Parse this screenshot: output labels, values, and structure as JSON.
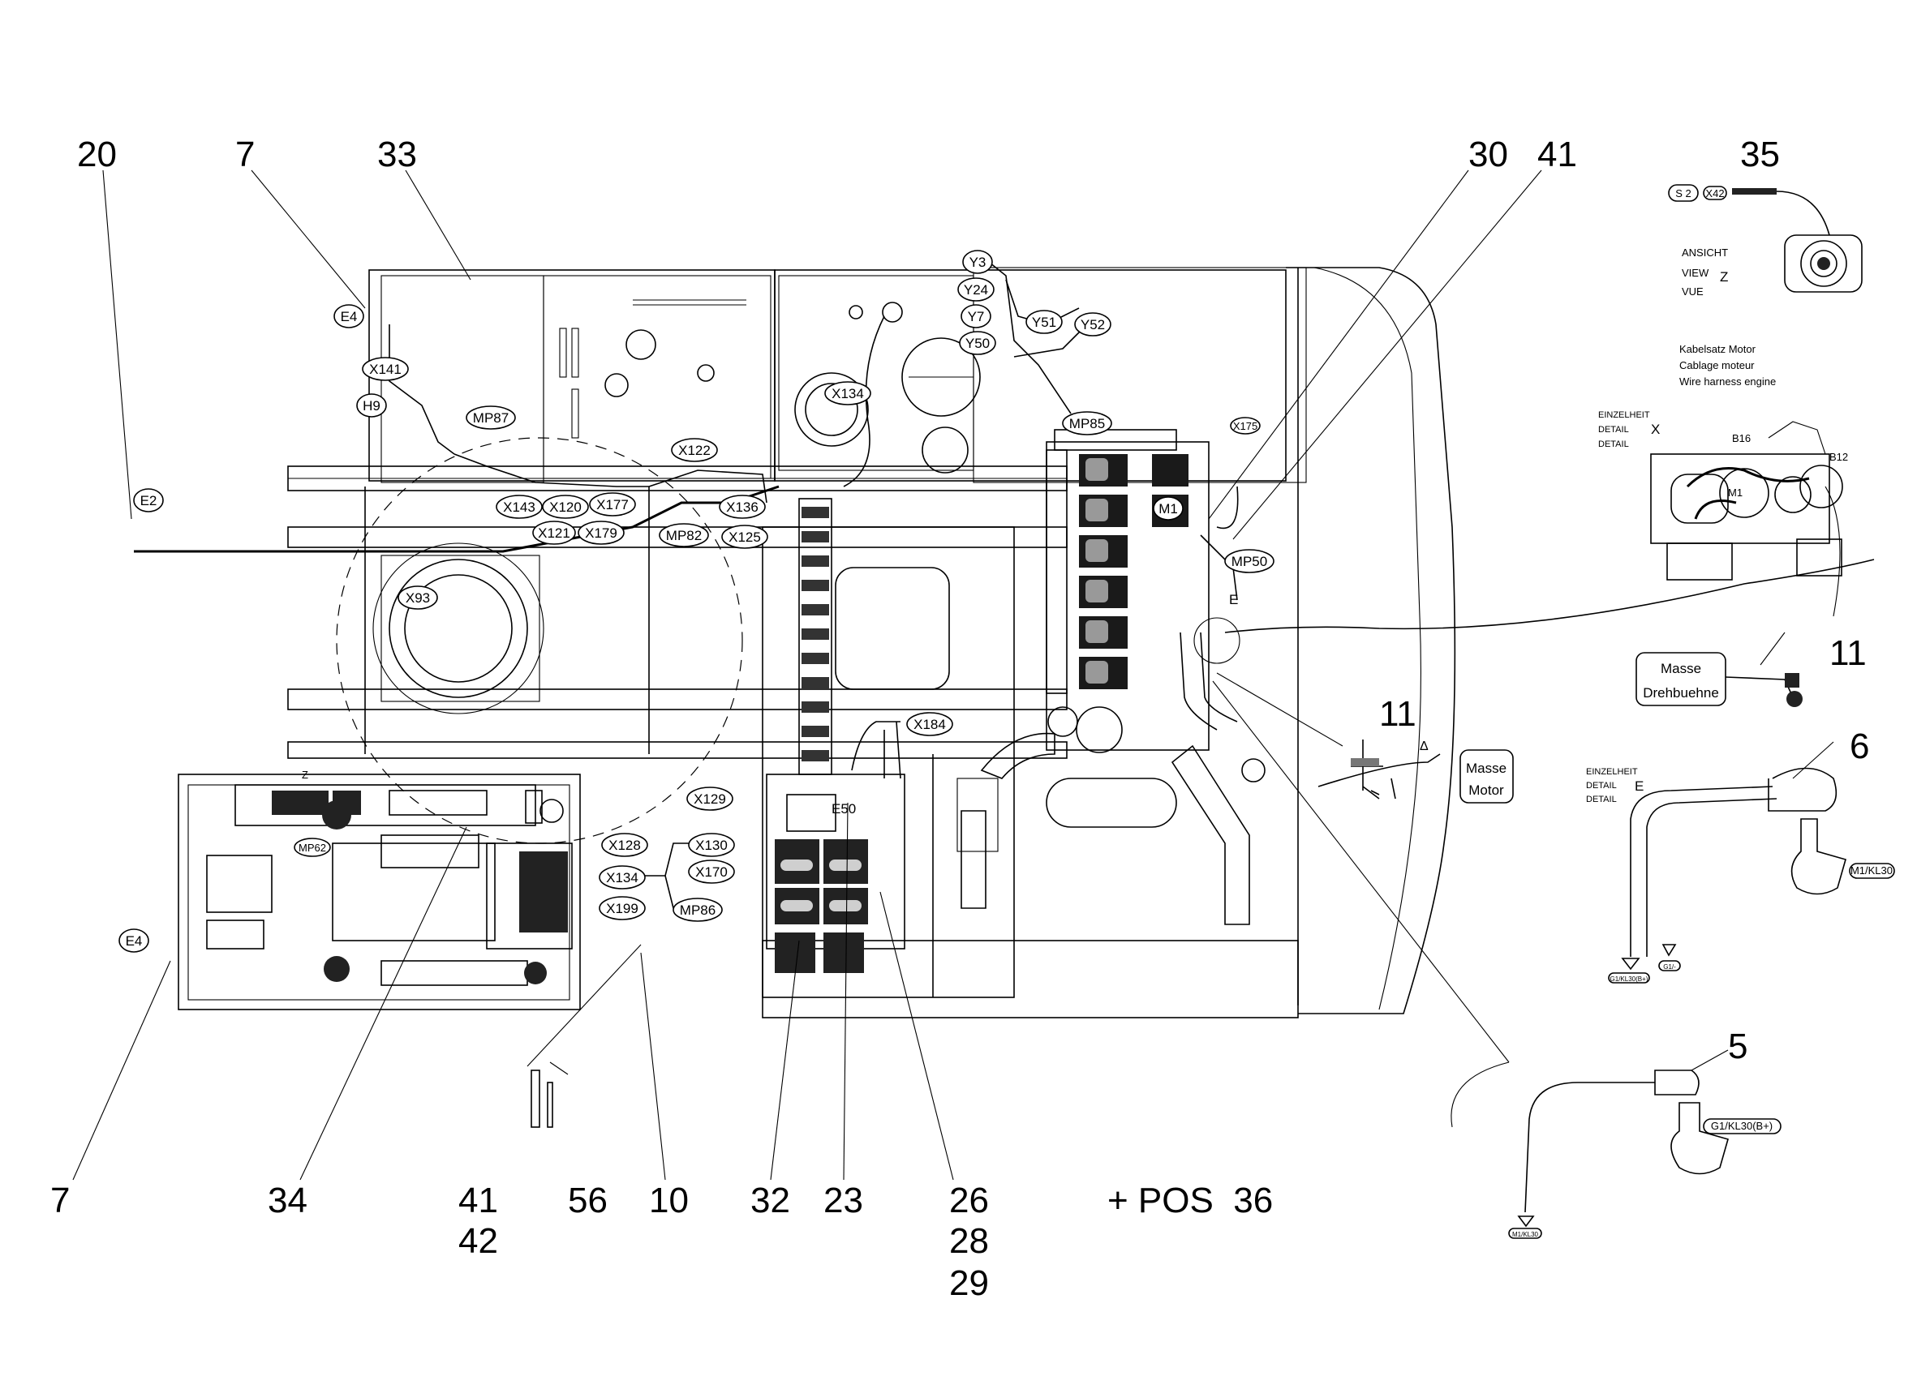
{
  "callouts": {
    "c20": "20",
    "c7_top": "7",
    "c33": "33",
    "c30": "30",
    "c41_top": "41",
    "c35": "35",
    "c11_mid": "11",
    "c11_right": "11",
    "c6": "6",
    "c5": "5",
    "c7_bottom": "7",
    "c34": "34",
    "c41_bottom": "41",
    "c42": "42",
    "c56": "56",
    "c10": "10",
    "c32": "32",
    "c23": "23",
    "c26": "26",
    "c28": "28",
    "c29": "29",
    "pos36": "+ POS  36"
  },
  "connectors": {
    "E4_top": "E4",
    "X141": "X141",
    "H9": "H9",
    "MP87": "MP87",
    "E2": "E2",
    "X143": "X143",
    "X120": "X120",
    "X177": "X177",
    "X121": "X121",
    "X179": "X179",
    "MP82": "MP82",
    "X136": "X136",
    "X125": "X125",
    "X122": "X122",
    "X93": "X93",
    "X134_top": "X134",
    "Y3": "Y3",
    "Y24": "Y24",
    "Y7": "Y7",
    "Y50": "Y50",
    "Y51": "Y51",
    "Y52": "Y52",
    "MP85": "MP85",
    "X175": "X175",
    "M1": "M1",
    "MP50": "MP50",
    "E": "E",
    "X184": "X184",
    "X129": "X129",
    "X128": "X128",
    "X130": "X130",
    "X170": "X170",
    "X134_bottom": "X134",
    "X199": "X199",
    "MP86": "MP86",
    "MP62": "MP62",
    "E50": "E50",
    "E4_bottom": "E4",
    "Z": "Z"
  },
  "view_z": {
    "S2": "S 2",
    "X42": "X42",
    "ansicht": "ANSICHT",
    "view": "VIEW",
    "vue": "VUE",
    "letter": "Z"
  },
  "detail_x": {
    "title_de": "Kabelsatz Motor",
    "title_fr": "Cablage moteur",
    "title_en": "Wire harness engine",
    "einzelheit": "EINZELHEIT",
    "detail1": "DETAIL",
    "detail2": "DETAIL",
    "letter": "X",
    "B16": "B16",
    "B12": "B12",
    "M1": "M1"
  },
  "detail_e": {
    "einzelheit": "EINZELHEIT",
    "detail1": "DETAIL",
    "detail2": "DETAIL",
    "letter": "E",
    "M1_KL30": "M1/KL30",
    "gnd1": "G1/KL30(B+)",
    "gnd2": "G1/-"
  },
  "masse": {
    "drehbuehne_1": "Masse",
    "drehbuehne_2": "Drehbuehne",
    "motor_1": "Masse",
    "motor_2": "Motor"
  },
  "detail_5": {
    "G1_KL30": "G1/KL30(B+)",
    "gnd": "M1/KL30"
  }
}
